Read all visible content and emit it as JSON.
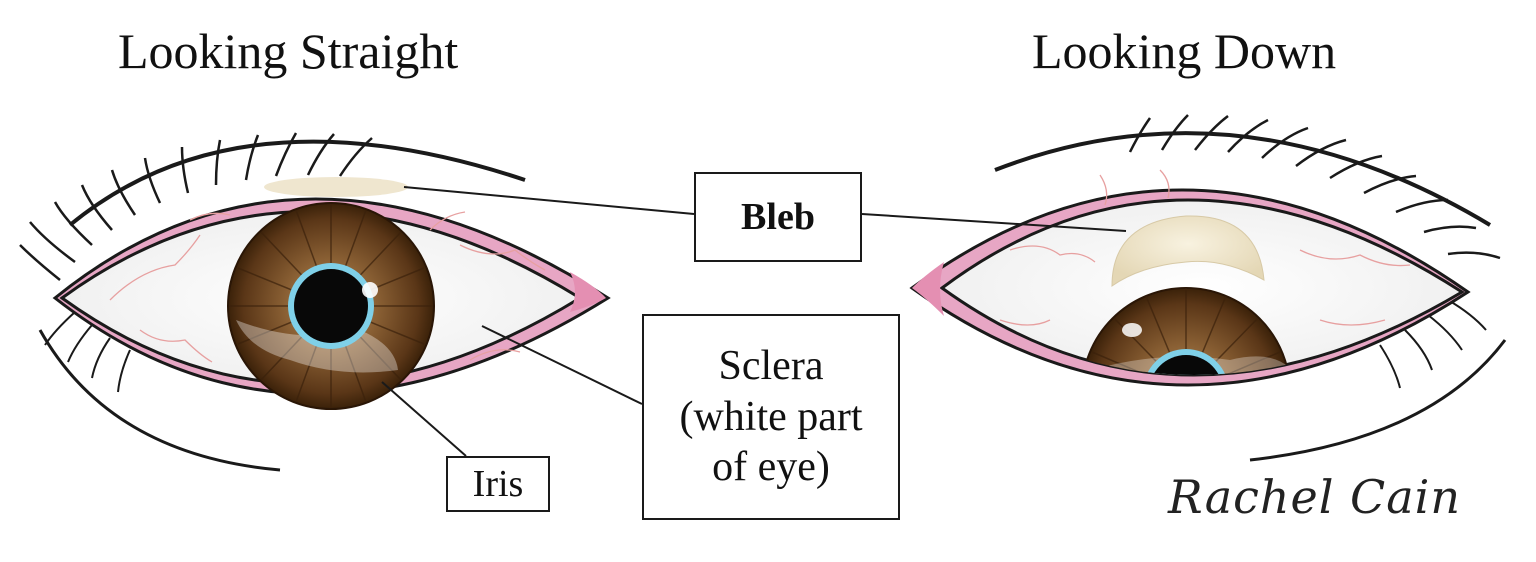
{
  "headings": {
    "left": "Looking Straight",
    "right": "Looking Down"
  },
  "labels": {
    "bleb": "Bleb",
    "sclera_line1": "Sclera",
    "sclera_line2": "(white part",
    "sclera_line3": "of eye)",
    "iris": "Iris"
  },
  "signature": "Rachel Cain",
  "colors": {
    "outline": "#1a1a1a",
    "eyelid_rim": "#e7a6c4",
    "sclera": "#f7f7f7",
    "veins": "#e7a0a0",
    "iris_dark": "#4a2c12",
    "iris_mid": "#7b5430",
    "iris_light": "#a88458",
    "pupil_ring": "#7fd0e8",
    "pupil": "#080808",
    "bleb": "#efe6cf"
  }
}
